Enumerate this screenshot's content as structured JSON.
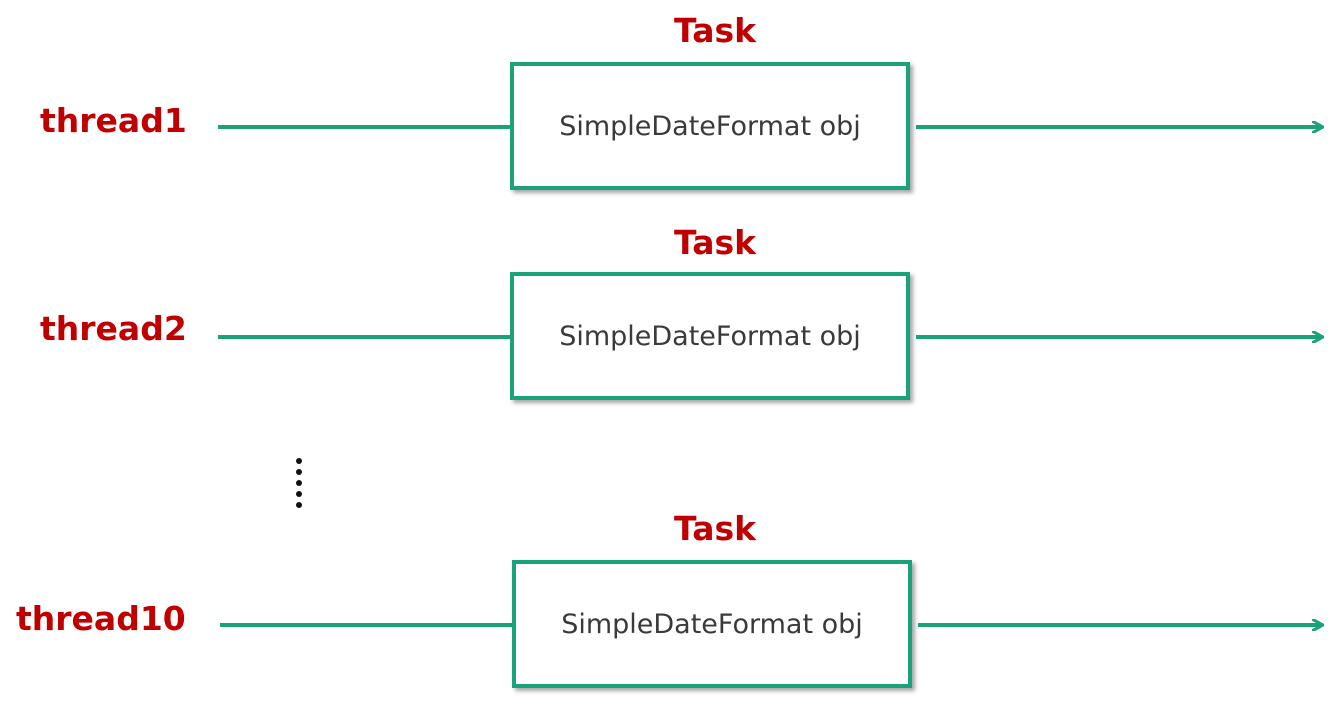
{
  "colors": {
    "label_red": "#c00000",
    "line_green": "#1aa37a",
    "obj_text": "#3a3a3a"
  },
  "rows": [
    {
      "thread": "thread1",
      "task": "Task",
      "obj": "SimpleDateFormat obj"
    },
    {
      "thread": "thread2",
      "task": "Task",
      "obj": "SimpleDateFormat obj"
    },
    {
      "thread": "thread10",
      "task": "Task",
      "obj": "SimpleDateFormat obj"
    }
  ],
  "ellipsis_icon": "vertical-ellipsis-icon"
}
